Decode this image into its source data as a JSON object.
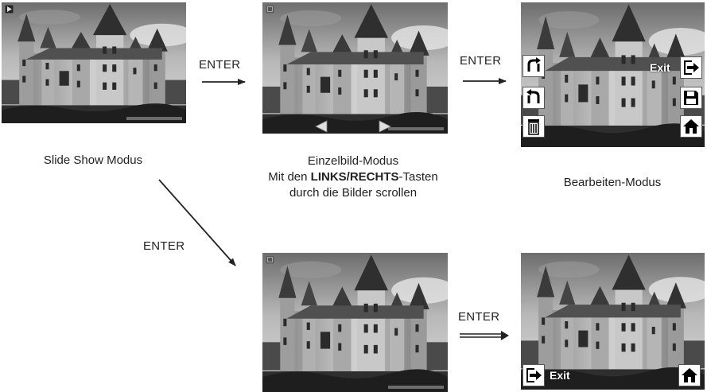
{
  "screens": {
    "slideshow": {
      "caption": "Slide Show Modus"
    },
    "single": {
      "caption_line1": "Einzelbild-Modus",
      "caption_line2_prefix": "Mit den ",
      "caption_line2_bold": "LINKS/RECHTS",
      "caption_line2_suffix": "-Tasten",
      "caption_line3": "durch die Bilder scrollen"
    },
    "edit": {
      "caption": "Bearbeiten-Modus",
      "exit_label": "Exit",
      "icons": [
        "rotate-right-icon",
        "rotate-left-icon",
        "trash-icon",
        "exit-icon",
        "save-icon",
        "home-icon"
      ]
    },
    "bottom_single": {},
    "bottom_exit": {
      "exit_label": "Exit",
      "icons": [
        "exit-icon",
        "home-icon"
      ]
    }
  },
  "transitions": {
    "slideshow_to_single": "ENTER",
    "single_to_edit": "ENTER",
    "slideshow_to_bottom": "ENTER",
    "bottom_to_exit": "ENTER"
  },
  "colors": {
    "sky": "#c9c9c9",
    "castle_dark": "#3a3a3a",
    "castle_light": "#bdbdbd",
    "icon_bg": "#ffffff"
  }
}
